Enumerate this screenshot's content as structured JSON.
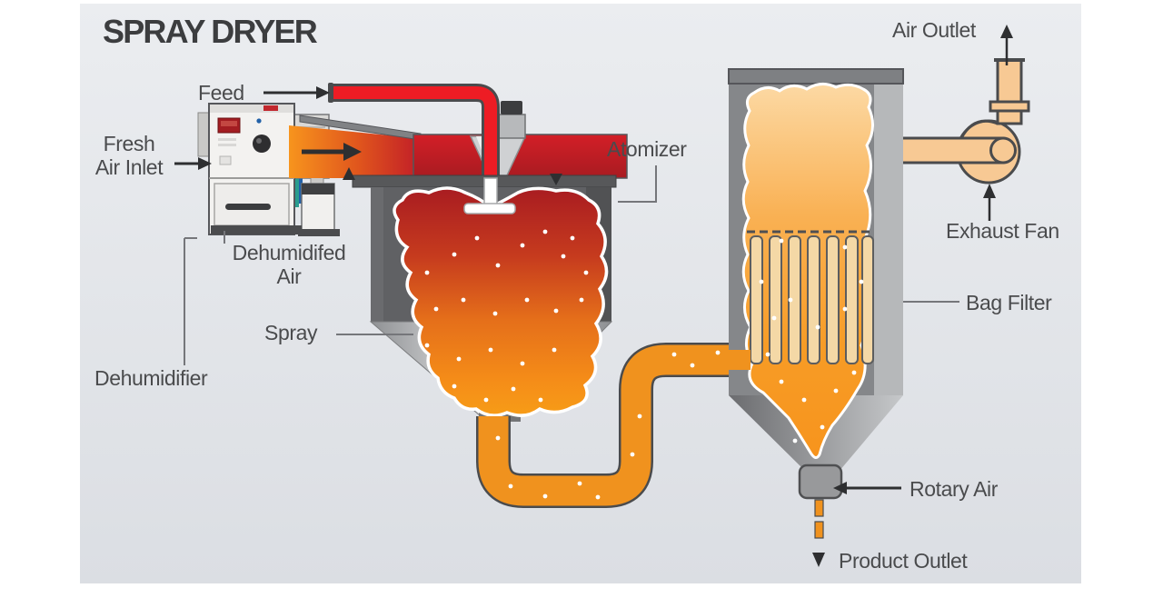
{
  "title": "SPRAY DRYER",
  "labels": {
    "feed": "Feed",
    "fresh_air_inlet": [
      "Fresh",
      "Air Inlet"
    ],
    "dehumidified_air": [
      "Dehumidifed",
      "Air"
    ],
    "spray": "Spray",
    "dehumidifier": "Dehumidifier",
    "atomizer": "Atomizer",
    "air_outlet": "Air Outlet",
    "exhaust_fan": "Exhaust Fan",
    "bag_filter": "Bag Filter",
    "rotary_air": "Rotary Air",
    "product_outlet": "Product Outlet"
  },
  "colors": {
    "panel_background": "#e6e9ec",
    "hot_red": "#d31f27",
    "powder_orange": "#f7941d",
    "pipe_outline": "#4a4b4d",
    "chamber_gray": "#606164",
    "fan_tan": "#f7c994",
    "bag_cream": "#f4d8a6",
    "label_text": "#4a4b4d"
  }
}
